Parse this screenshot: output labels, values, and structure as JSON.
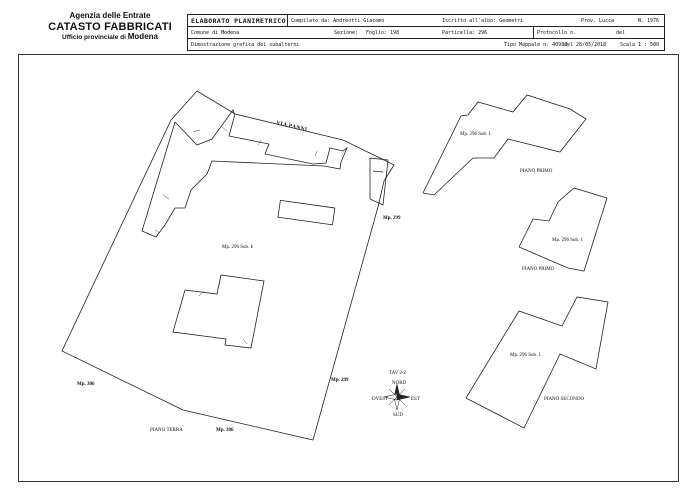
{
  "logo": {
    "line1": "Agenzia delle Entrate",
    "line2": "CATASTO FABBRICATI",
    "line3": "Ufficio provinciale di",
    "city": "Modena"
  },
  "header": {
    "title": "ELABORATO PLANIMETRICO",
    "compilato": "Compilato da: Andreotti Giacomo",
    "iscritto": "Iscritto all'albo: Geometri",
    "prov": "Prov. Lucca",
    "numero": "N. 1976",
    "comune": "Comune di Modena",
    "sezione": "Sezione:",
    "foglio": "Foglio: 198",
    "particella": "Particella: 296",
    "protocollo": "Protocollo n.",
    "del": "del",
    "dimostrazione": "Dimostrazione grafica dei subalterni",
    "tipo_mappale": "Tipo Mappale n. 40982",
    "data": "del 28/05/2018",
    "scala": "Scala 1 : 500"
  },
  "plan": {
    "street": "VIA PANNI",
    "mp299_top": "Mp. 299",
    "mp299_bottom": "Mp. 299",
    "mp306_left": "Mp. 306",
    "mp306_bottom": "Mp. 306",
    "sub_main_prefix": "Mp. 296 Sub.",
    "sub_main_num": "1",
    "piano_terra": "PIANO TERRA",
    "tav": "TAV 2-2",
    "compass_n": "NORD",
    "compass_s": "SUD",
    "compass_e": "EST",
    "compass_w": "OVEST",
    "sub_primo1": "Mp. 296 Sub. 1",
    "piano_primo1": "PIANO PRIMO",
    "sub_primo2": "Mp. 296 Sub. 1",
    "piano_primo2": "PIANO PRIMO",
    "sub_secondo": "Mp. 296 Sub. 1",
    "piano_secondo": "PIANO SECONDO"
  }
}
